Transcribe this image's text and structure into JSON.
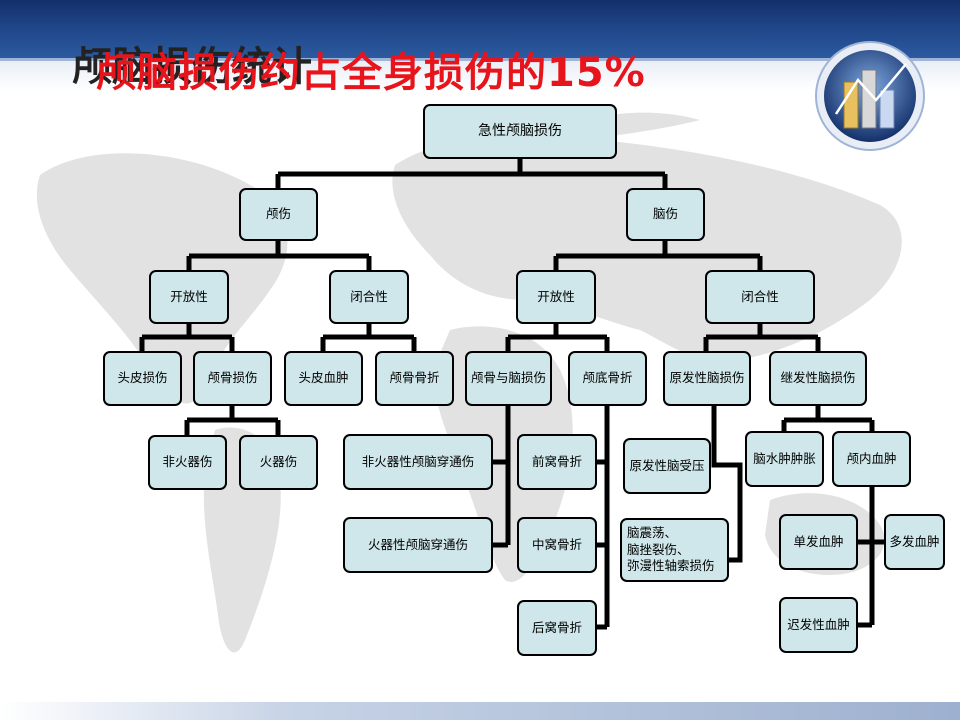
{
  "slide": {
    "title_shadow": "颅脑损伤统计",
    "title": "颅脑损伤约占全身损伤的15%"
  },
  "colors": {
    "header_blue": "#1e4587",
    "title_red": "#e8141b",
    "node_fill": "#cfe7ea",
    "edge": "#000000"
  },
  "nodes": {
    "root": "急性颅脑损伤",
    "skull": "颅伤",
    "brain": "脑伤",
    "skull_open": "开放性",
    "skull_closed": "闭合性",
    "brain_open": "开放性",
    "brain_closed": "闭合性",
    "scalp_injury": "头皮损伤",
    "skull_bone_injury": "颅骨损伤",
    "scalp_hematoma": "头皮血肿",
    "skull_fracture": "颅骨骨折",
    "skull_brain_injury": "颅骨与脑损伤",
    "skull_base_fracture": "颅底骨折",
    "primary_brain_injury": "原发性脑损伤",
    "secondary_brain_injury": "继发性脑损伤",
    "non_firearm": "非火器伤",
    "firearm": "火器伤",
    "non_firearm_penetrating": "非火器性颅脑穿通伤",
    "firearm_penetrating": "火器性颅脑穿通伤",
    "anterior_fossa": "前窝骨折",
    "middle_fossa": "中窝骨折",
    "posterior_fossa": "后窝骨折",
    "primary_compression": "原发性脑受压",
    "concussion_lines": [
      "脑震荡、",
      "脑挫裂伤、",
      "弥漫性轴索损伤"
    ],
    "brain_edema": "脑水肿肿胀",
    "intracranial_hematoma": "颅内血肿",
    "single_hematoma": "单发血肿",
    "multiple_hematoma": "多发血肿",
    "delayed_hematoma": "迟发性血肿"
  }
}
